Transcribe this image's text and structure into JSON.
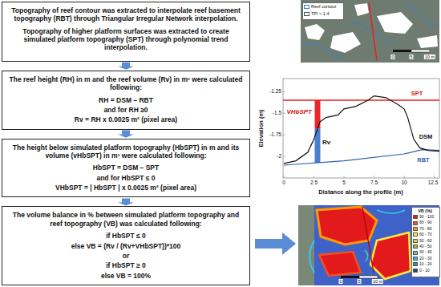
{
  "diagram": {
    "nodes": [
      {
        "text": [
          "Topography of reef contour was extracted to interpolate reef basement topography (RBT) through Triangular Irregular Network interpolation.",
          "Topography of higher platform surfaces was extracted to create simulated platform topography (SPT) through polynomial trend interpolation."
        ]
      },
      {
        "text": [
          "The reef height (RH) in m and the reef volume (Rv) in m³ were calculated following:",
          "RH = DSM – RBT",
          "and for RH ≥0",
          "Rv = RH x 0.0025 m² (pixel area)"
        ]
      },
      {
        "text": [
          "The height below simulated platform topography (HbSPT) in m and its volume (vHbSPT) in m³ were calculated following:",
          "HbSPT = DSM – SPT",
          "and for HbSPT ≤ 0",
          "VHbSPT = | HbSPT | x 0.0025 m² (pixel area)"
        ]
      },
      {
        "text": [
          "The volume balance in % between simulated platform topography and reef topography (VB) was calculated following:",
          "if HbSPT ≤ 0",
          "else VB = (Rv / (Rv+VHbSPT))*100",
          "or",
          "if HbSPT ≥ 0",
          "else VB = 100%"
        ]
      }
    ],
    "edges": [
      {
        "from": 0,
        "to": 1,
        "arrow": "to"
      },
      {
        "from": 1,
        "to": 2,
        "arrow": "to"
      },
      {
        "from": 2,
        "to": 3,
        "arrow": "to"
      }
    ],
    "labels": [
      "0",
      "5",
      "10 m",
      "-1.25",
      "-1.5",
      "-1.75",
      "-2",
      "0",
      "2.5",
      "5",
      "7.5",
      "10",
      "12.5",
      "Elevation (m)",
      "Distance along the profile (m)",
      "SPT",
      "DSM",
      "RBT",
      "VHbSPT",
      "Rv",
      "VB (%)",
      "0",
      "5",
      "10 m"
    ],
    "legend": [
      {
        "text": "Reef contour"
      },
      {
        "text": "TPI > 1.4",
        "color": "#ffffff"
      },
      {
        "text": "90 - 100",
        "color": "#e31a1c"
      },
      {
        "text": "80 - 90",
        "color": "#f4511e"
      },
      {
        "text": "70 - 80",
        "color": "#ff9800"
      },
      {
        "text": "60 - 70",
        "color": "#ffeb3b"
      },
      {
        "text": "50 - 60",
        "color": "#cddc39"
      },
      {
        "text": "40 - 50",
        "color": "#8bc34a"
      },
      {
        "text": "30 - 40",
        "color": "#4dd0b0"
      },
      {
        "text": "20 - 30",
        "color": "#29b6f6"
      },
      {
        "text": "10 - 20",
        "color": "#1e88e5"
      },
      {
        "text": "0 - 10",
        "color": "#1a3fb0"
      }
    ]
  }
}
